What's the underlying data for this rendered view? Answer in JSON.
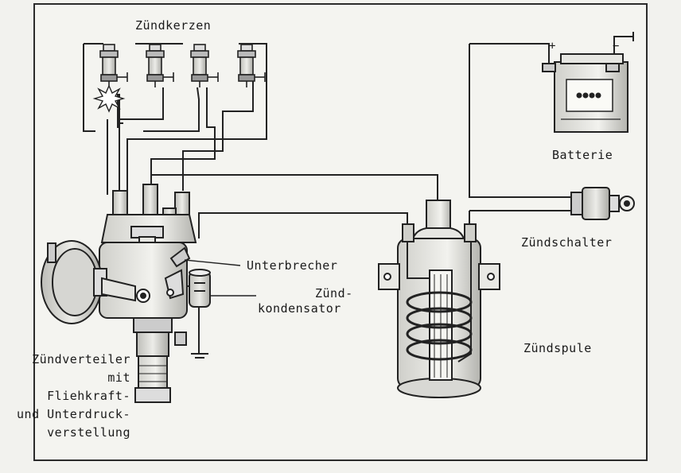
{
  "labels": {
    "spark_plugs": "Zündkerzen",
    "battery": "Batterie",
    "ignition_switch": "Zündschalter",
    "breaker": "Unterbrecher",
    "capacitor_line1": "Zünd-",
    "capacitor_line2": "kondensator",
    "coil": "Zündspule",
    "distributor_line1": "Zündverteiler",
    "distributor_line2": "mit",
    "distributor_line3": "Fliehkraft-",
    "distributor_line4": "und Unterdruck-",
    "distributor_line5": "verstellung"
  },
  "battery_symbols": {
    "plus": "+",
    "minus": "−"
  }
}
